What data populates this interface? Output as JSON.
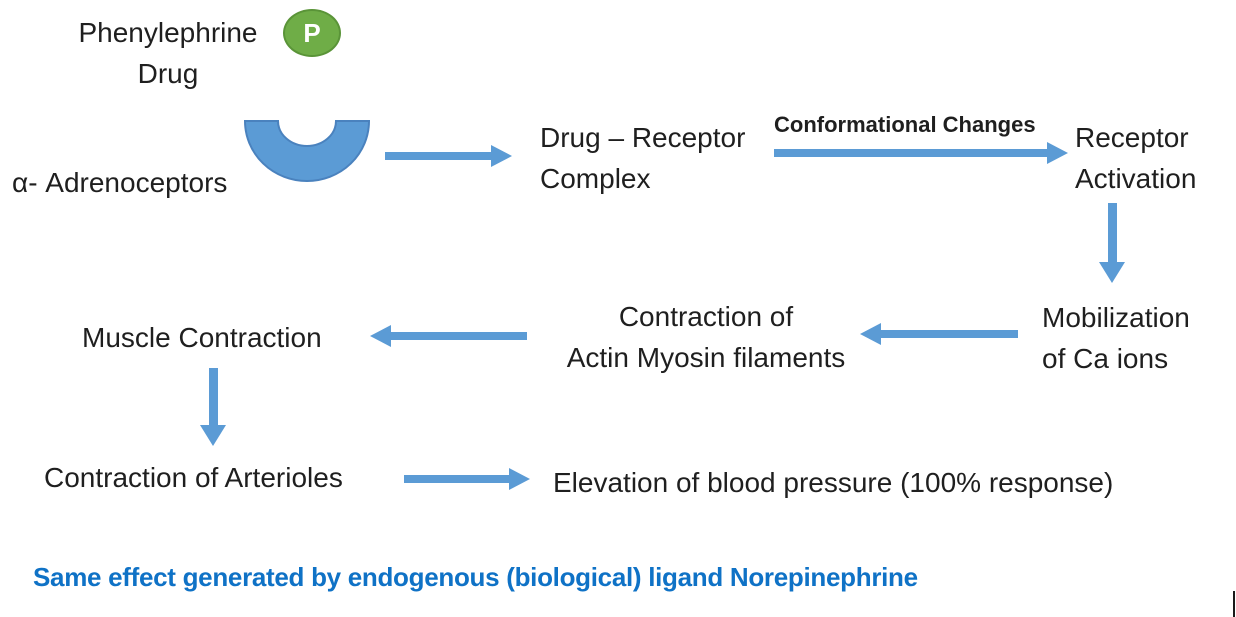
{
  "colors": {
    "arrow": "#5B9BD5",
    "receptor_fill": "#5B9BD5",
    "receptor_stroke": "#4A82BE",
    "badge_fill": "#6FAD47",
    "badge_stroke": "#5A9438",
    "badge_text": "#FFFFFF",
    "text": "#1F1F1F",
    "footnote": "#0F72C6"
  },
  "header": {
    "drug_line1": "Phenylephrine",
    "drug_line2": "Drug",
    "badge_letter": "P"
  },
  "nodes": {
    "adrenoceptors": "α- Adrenoceptors",
    "complex_line1": "Drug – Receptor",
    "complex_line2": "Complex",
    "arrow_label_conformational": "Conformational Changes",
    "activation_line1": "Receptor",
    "activation_line2": "Activation",
    "mobilization_line1": "Mobilization",
    "mobilization_line2": "of Ca ions",
    "actin_line1": "Contraction of",
    "actin_line2": "Actin Myosin filaments",
    "muscle": "Muscle Contraction",
    "arterioles": "Contraction of Arterioles",
    "elevation": "Elevation of blood pressure (100% response)"
  },
  "footnote": "Same effect generated by endogenous (biological) ligand Norepinephrine"
}
